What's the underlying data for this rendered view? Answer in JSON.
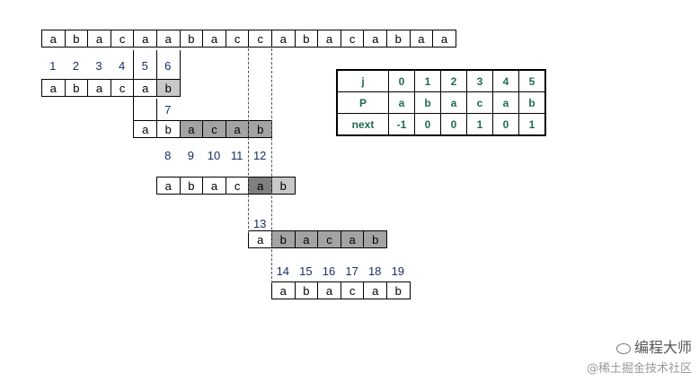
{
  "text_row": [
    "a",
    "b",
    "a",
    "c",
    "a",
    "a",
    "b",
    "a",
    "c",
    "c",
    "a",
    "b",
    "a",
    "c",
    "a",
    "b",
    "a",
    "a"
  ],
  "first_labels": [
    "1",
    "2",
    "3",
    "4",
    "5",
    "6"
  ],
  "attempts": [
    {
      "label": "7",
      "chars": [
        "a",
        "b",
        "a",
        "c",
        "a",
        "b"
      ],
      "shade": [
        "",
        "",
        "",
        "",
        "",
        "light"
      ],
      "steps": []
    },
    {
      "label": "",
      "chars": [
        "a",
        "b",
        "a",
        "c",
        "a",
        "b"
      ],
      "shade": [
        "",
        "",
        "dark",
        "dark",
        "dark",
        "dark"
      ],
      "steps": [
        "8",
        "9",
        "10",
        "11",
        "12"
      ]
    },
    {
      "label": "",
      "chars": [
        "a",
        "b",
        "a",
        "c",
        "a",
        "b"
      ],
      "shade": [
        "",
        "",
        "",
        "",
        "darker",
        "light"
      ],
      "steps": []
    },
    {
      "label": "13",
      "chars": [
        "a",
        "b",
        "a",
        "c",
        "a",
        "b"
      ],
      "shade": [
        "",
        "dark",
        "dark",
        "dark",
        "dark",
        "dark"
      ],
      "steps": [
        "14",
        "15",
        "16",
        "17",
        "18",
        "19"
      ]
    },
    {
      "label": "",
      "chars": [
        "a",
        "b",
        "a",
        "c",
        "a",
        "b"
      ],
      "shade": [
        "",
        "",
        "",
        "",
        "",
        ""
      ],
      "steps": []
    }
  ],
  "next_table": {
    "rows": [
      {
        "header": "j",
        "values": [
          "0",
          "1",
          "2",
          "3",
          "4",
          "5"
        ]
      },
      {
        "header": "P",
        "values": [
          "a",
          "b",
          "a",
          "c",
          "a",
          "b"
        ]
      },
      {
        "header": "next",
        "values": [
          "-1",
          "0",
          "0",
          "1",
          "0",
          "1"
        ]
      }
    ]
  },
  "watermark": {
    "line1": "编程大师",
    "line2": "@稀土掘金技术社区"
  }
}
